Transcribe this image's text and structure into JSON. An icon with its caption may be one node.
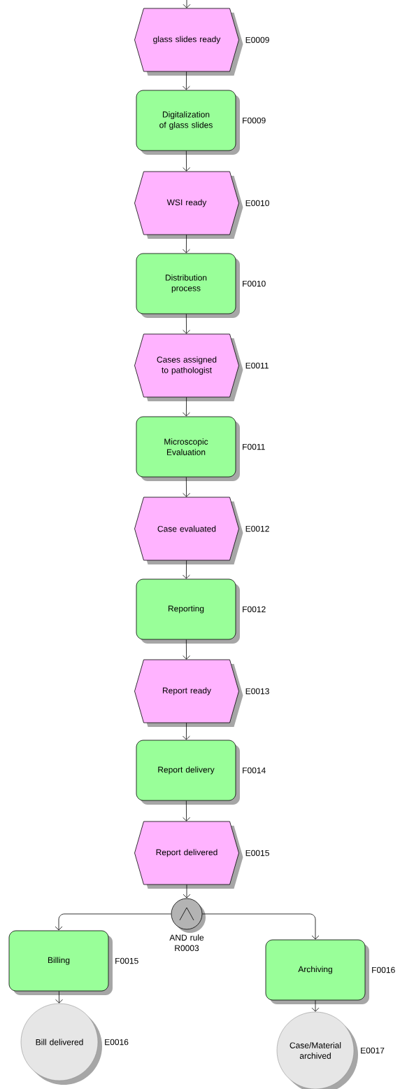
{
  "diagram": {
    "nodes": [
      {
        "text": [
          "glass slides ready"
        ],
        "beside": [
          "E0009"
        ]
      },
      {
        "text": [
          "Digitalization of glass slides"
        ],
        "beside": [
          "F0009"
        ]
      },
      {
        "text": [
          "WSI ready"
        ],
        "beside": [
          "E0010"
        ]
      },
      {
        "text": [
          "Distribution process"
        ],
        "beside": [
          "F0010"
        ]
      },
      {
        "text": [
          "Cases assigned to pathologist"
        ],
        "beside": [
          "E0011"
        ]
      },
      {
        "text": [
          "Microscopic Evaluation"
        ],
        "beside": [
          "F0011"
        ]
      },
      {
        "text": [
          "Case evaluated"
        ],
        "beside": [
          "E0012"
        ]
      },
      {
        "text": [
          "Reporting"
        ],
        "beside": [
          "F0012"
        ]
      },
      {
        "text": [
          "Report ready"
        ],
        "beside": [
          "E0013"
        ]
      },
      {
        "text": [
          "Report delivery"
        ],
        "beside": [
          "F0014"
        ]
      },
      {
        "text": [
          "Report delivered"
        ],
        "beside": [
          "E0015"
        ]
      },
      {
        "text": [],
        "shape": "circle",
        "beside": [
          "AND rule R0003"
        ]
      },
      {
        "text": [
          "Billing"
        ],
        "beside": [
          "F0015"
        ]
      },
      {
        "text": [
          "Archiving"
        ],
        "beside": [
          "F0016"
        ]
      },
      {
        "text": [
          "Bill delivered"
        ],
        "beside": [
          "E0016"
        ]
      },
      {
        "text": [
          "Case/Material archived"
        ],
        "beside": [
          "E0017"
        ]
      }
    ],
    "edges": [
      {
        "from": null,
        "to": 0,
        "arrow": "to"
      },
      {
        "from": 0,
        "to": 1,
        "arrow": "to"
      },
      {
        "from": 1,
        "to": 2,
        "arrow": "to"
      },
      {
        "from": 2,
        "to": 3,
        "arrow": "to"
      },
      {
        "from": 3,
        "to": 4,
        "arrow": "to"
      },
      {
        "from": 4,
        "to": 5,
        "arrow": "to"
      },
      {
        "from": 5,
        "to": 6,
        "arrow": "to"
      },
      {
        "from": 6,
        "to": 7,
        "arrow": "to"
      },
      {
        "from": 7,
        "to": 8,
        "arrow": "to"
      },
      {
        "from": 8,
        "to": 9,
        "arrow": "to"
      },
      {
        "from": 9,
        "to": 10,
        "arrow": "to"
      },
      {
        "from": 10,
        "to": 11,
        "arrow": "to"
      },
      {
        "from": 11,
        "to": 12,
        "arrow": "to"
      },
      {
        "from": 11,
        "to": 13,
        "arrow": "to"
      },
      {
        "from": 12,
        "to": 14,
        "arrow": "to"
      },
      {
        "from": 13,
        "to": 15,
        "arrow": "to"
      }
    ]
  }
}
